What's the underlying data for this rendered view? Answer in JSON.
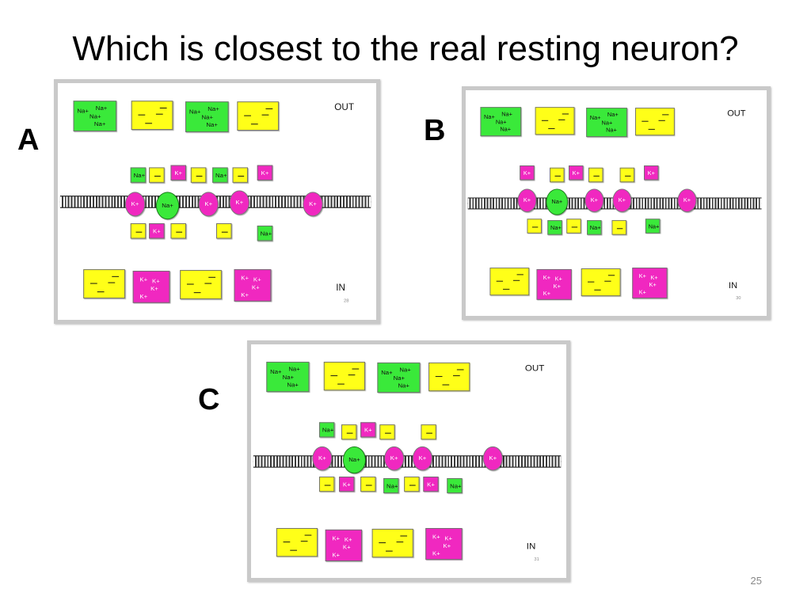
{
  "title": "Which is closest to the real resting neuron?",
  "page_number": "25",
  "ions": {
    "na": "Na+",
    "k": "K+"
  },
  "colors": {
    "na_green": "#3ae93a",
    "negative_yellow": "#ffff18",
    "k_magenta": "#f028c0",
    "panel_border": "#c9c9c9"
  },
  "panels": [
    {
      "label": "A",
      "out_label": "OUT",
      "in_label": "IN",
      "slide_number": "28",
      "above_membrane": [
        "Na+",
        "−",
        "K+",
        "−",
        "Na+",
        "−",
        "K+"
      ],
      "membrane_channels": [
        "K+",
        "Na+",
        "K+",
        "K+",
        "K+"
      ],
      "below_membrane": [
        "−",
        "K+",
        "−",
        "−",
        "Na+"
      ]
    },
    {
      "label": "B",
      "out_label": "OUT",
      "in_label": "IN",
      "slide_number": "30",
      "above_membrane": [
        "K+",
        "−",
        "K+",
        "−",
        "−",
        "K+"
      ],
      "membrane_channels": [
        "K+",
        "Na+",
        "K+",
        "K+",
        "K+"
      ],
      "below_membrane": [
        "−",
        "Na+",
        "−",
        "Na+",
        "−",
        "Na+"
      ]
    },
    {
      "label": "C",
      "out_label": "OUT",
      "in_label": "IN",
      "slide_number": "31",
      "above_membrane": [
        "Na+",
        "−",
        "K+",
        "−",
        "−"
      ],
      "membrane_channels": [
        "K+",
        "Na+",
        "K+",
        "K+",
        "K+"
      ],
      "below_membrane": [
        "−",
        "K+",
        "−",
        "Na+",
        "−",
        "K+",
        "Na+"
      ]
    }
  ]
}
